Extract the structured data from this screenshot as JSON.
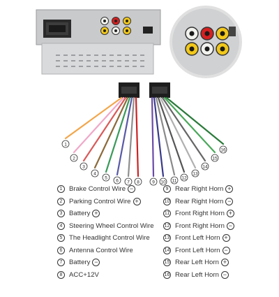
{
  "wires_left": [
    {
      "num": "1",
      "color": "#f2a64a"
    },
    {
      "num": "2",
      "color": "#f0a8c8"
    },
    {
      "num": "3",
      "color": "#d85a5a"
    },
    {
      "num": "4",
      "color": "#8c6a3a"
    },
    {
      "num": "5",
      "color": "#3a9a5a"
    },
    {
      "num": "6",
      "color": "#5a5aa8"
    },
    {
      "num": "7",
      "color": "#8f8f8f"
    },
    {
      "num": "8",
      "color": "#cc2222"
    }
  ],
  "wires_right": [
    {
      "num": "9",
      "color": "#6a4aa8"
    },
    {
      "num": "10",
      "color": "#3a3a8a"
    },
    {
      "num": "11",
      "color": "#8a8a8a"
    },
    {
      "num": "12",
      "color": "#555555"
    },
    {
      "num": "13",
      "color": "#b0b0b0"
    },
    {
      "num": "14",
      "color": "#666666"
    },
    {
      "num": "15",
      "color": "#4aa85a"
    },
    {
      "num": "16",
      "color": "#2a7a3a"
    }
  ],
  "legend_left": [
    {
      "num": "1",
      "label": "Brake Control Wire",
      "sign": "−"
    },
    {
      "num": "2",
      "label": "Parking Control Wire",
      "sign": "+"
    },
    {
      "num": "3",
      "label": "Battery",
      "sign": "+"
    },
    {
      "num": "4",
      "label": "Steering Wheel Control Wire",
      "sign": ""
    },
    {
      "num": "5",
      "label": "The Headlight Control Wire",
      "sign": ""
    },
    {
      "num": "6",
      "label": "Antenna Control Wire",
      "sign": ""
    },
    {
      "num": "7",
      "label": "Battery",
      "sign": "−"
    },
    {
      "num": "8",
      "label": "ACC+12V",
      "sign": ""
    }
  ],
  "legend_right": [
    {
      "num": "9",
      "label": "Rear Right Horn",
      "sign": "+"
    },
    {
      "num": "10",
      "label": "Rear Right Horn",
      "sign": "−"
    },
    {
      "num": "11",
      "label": "Front Right Horn",
      "sign": "+"
    },
    {
      "num": "12",
      "label": "Front Right Horn",
      "sign": "−"
    },
    {
      "num": "13",
      "label": "Front Left Horn",
      "sign": "+"
    },
    {
      "num": "14",
      "label": "Front Left Horn",
      "sign": "−"
    },
    {
      "num": "15",
      "label": "Rear Left Horn",
      "sign": "+"
    },
    {
      "num": "16",
      "label": "Rear Left Horn",
      "sign": "−"
    }
  ],
  "rca_jacks": [
    {
      "color": "#f2f2ee"
    },
    {
      "color": "#d62020"
    },
    {
      "color": "#f2c81a"
    },
    {
      "color": "#f2c81a"
    },
    {
      "color": "#f2f2ee"
    },
    {
      "color": "#f2c81a"
    }
  ]
}
